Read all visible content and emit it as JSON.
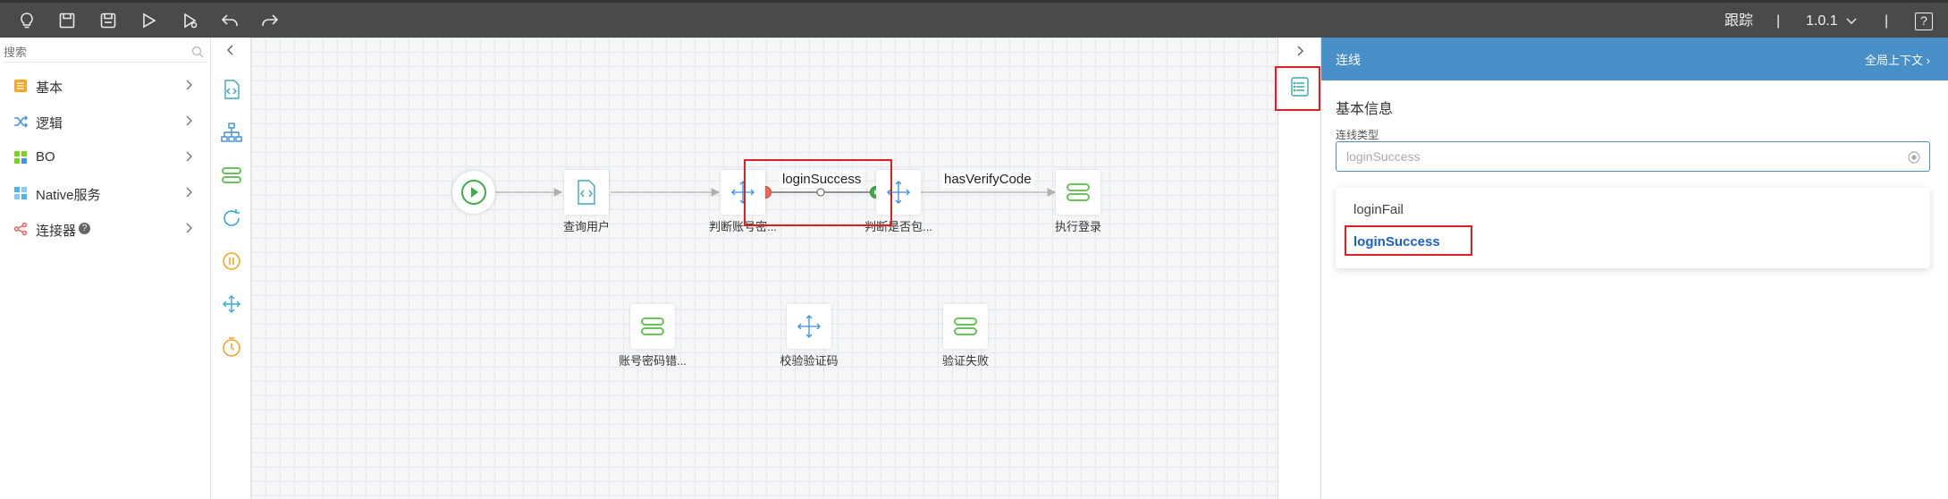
{
  "toolbar": {
    "icons": [
      "lightbulb-icon",
      "save-icon",
      "save-as-icon",
      "run-icon",
      "debug-icon",
      "undo-icon",
      "redo-icon"
    ],
    "trace_label": "跟踪",
    "separator": "|",
    "version": "1.0.1",
    "help": "?"
  },
  "sidebar": {
    "search_placeholder": "搜索",
    "categories": [
      {
        "label": "基本",
        "icon": "basic-icon",
        "color": "#f5a623"
      },
      {
        "label": "逻辑",
        "icon": "shuffle-icon",
        "color": "#4a90e2"
      },
      {
        "label": "BO",
        "icon": "bo-icon",
        "color": "#7ed321"
      },
      {
        "label": "Native服务",
        "icon": "native-service-icon",
        "color": "#50b4f0"
      },
      {
        "label": "连接器",
        "icon": "connector-icon",
        "color": "#f06060"
      }
    ]
  },
  "tools": [
    "script-tool-icon",
    "tree-tool-icon",
    "data-tool-icon",
    "loop-tool-icon",
    "pause-tool-icon",
    "branch-tool-icon",
    "timer-tool-icon"
  ],
  "flow": {
    "nodes": [
      {
        "id": "start",
        "label": ""
      },
      {
        "id": "query_user",
        "label": "查询用户"
      },
      {
        "id": "check_password",
        "label": "判断账号密..."
      },
      {
        "id": "check_contains",
        "label": "判断是否包..."
      },
      {
        "id": "do_login",
        "label": "执行登录"
      },
      {
        "id": "password_error",
        "label": "账号密码错..."
      },
      {
        "id": "verify_code",
        "label": "校验验证码"
      },
      {
        "id": "verify_fail",
        "label": "验证失败"
      }
    ],
    "edges": [
      {
        "label": "loginSuccess"
      },
      {
        "label": "hasVerifyCode"
      }
    ]
  },
  "panel": {
    "title": "连线",
    "context_link": "全局上下文",
    "section_title": "基本信息",
    "field_label": "连线类型",
    "selected_value": "loginSuccess",
    "options": [
      {
        "label": "loginFail",
        "selected": false
      },
      {
        "label": "loginSuccess",
        "selected": true
      }
    ]
  },
  "colors": {
    "accent": "#4a90c8",
    "highlight": "#e02020",
    "toolbar": "#4a4a4a",
    "green": "#6ac259"
  }
}
